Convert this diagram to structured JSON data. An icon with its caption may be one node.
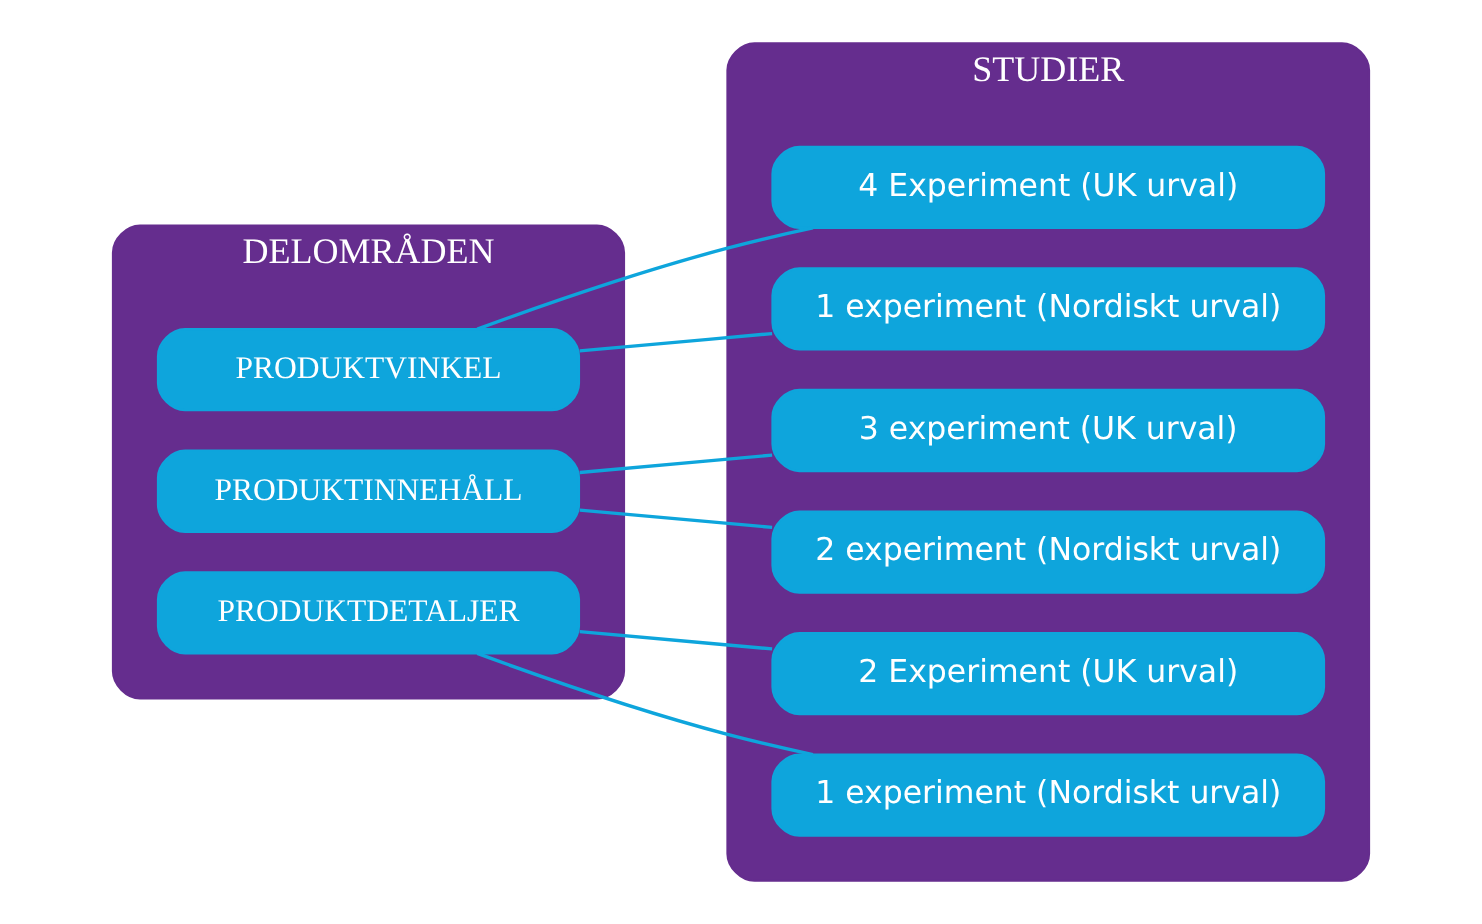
{
  "diagram": {
    "nodes": [
      {
        "text": [
          "DELOMRÅDEN"
        ]
      },
      {
        "text": [
          "PRODUKTVINKEL"
        ],
        "in": 0
      },
      {
        "text": [
          "PRODUKTINNEHÅLL"
        ],
        "in": 0
      },
      {
        "text": [
          "PRODUKTDETALJER"
        ],
        "in": 0
      },
      {
        "text": [
          "STUDIER"
        ]
      },
      {
        "text": [
          "4 Experiment (UK urval)"
        ],
        "in": 4
      },
      {
        "text": [
          "1 experiment (Nordiskt urval)"
        ],
        "in": 4
      },
      {
        "text": [
          "3 experiment (UK urval)"
        ],
        "in": 4
      },
      {
        "text": [
          "2 experiment (Nordiskt urval)"
        ],
        "in": 4
      },
      {
        "text": [
          "2 Experiment (UK urval)"
        ],
        "in": 4
      },
      {
        "text": [
          "1 experiment (Nordiskt urval)"
        ],
        "in": 4
      }
    ],
    "edges": [
      {
        "from": 1,
        "to": 5,
        "arrow": "none"
      },
      {
        "from": 1,
        "to": 6,
        "arrow": "none"
      },
      {
        "from": 2,
        "to": 7,
        "arrow": "none"
      },
      {
        "from": 2,
        "to": 8,
        "arrow": "none"
      },
      {
        "from": 3,
        "to": 9,
        "arrow": "none"
      },
      {
        "from": 3,
        "to": 10,
        "arrow": "none"
      }
    ]
  }
}
